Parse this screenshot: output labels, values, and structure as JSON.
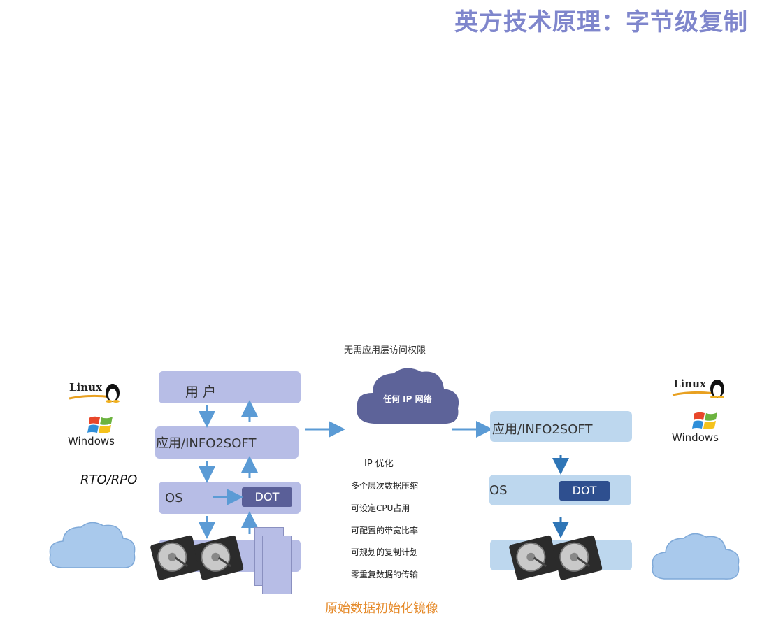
{
  "title": "英方技术原理：字节级复制",
  "top_note": "无需应用层访问权限",
  "cloud_label": "任何 IP 网络",
  "left": {
    "user": "用    户",
    "app": "应用/INFO2SOFT",
    "os": "OS",
    "dot": "DOT",
    "rto": "RTO/RPO"
  },
  "right": {
    "app": "应用/INFO2SOFT",
    "os": "OS",
    "dot": "DOT"
  },
  "logos": {
    "linux": "Linux",
    "windows": "Windows"
  },
  "ip_opt": {
    "heading": "IP 优化",
    "items": [
      "多个层次数据压缩",
      "可设定CPU占用",
      "可配置的带宽比率",
      "可规划的复制计划",
      "零重复数据的传输"
    ]
  },
  "caption": "原始数据初始化镜像",
  "colors": {
    "title": "#7f86cc",
    "left_box": "#b7bde6",
    "right_box": "#bdd7ee",
    "arrow": "#5b9bd5",
    "cloud": "#5d6399",
    "dot_left": "#5a5f98",
    "dot_right": "#2e4f8f",
    "caption": "#e58a2a"
  }
}
